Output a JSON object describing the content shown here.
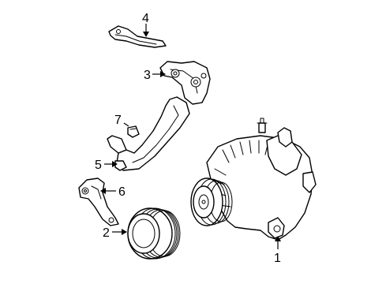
{
  "diagram": {
    "callouts": [
      {
        "id": "1",
        "label": "1",
        "part": "alternator-assembly"
      },
      {
        "id": "2",
        "label": "2",
        "part": "pulley"
      },
      {
        "id": "3",
        "label": "3",
        "part": "upper-bracket"
      },
      {
        "id": "4",
        "label": "4",
        "part": "top-bracket"
      },
      {
        "id": "5",
        "label": "5",
        "part": "stay-bracket"
      },
      {
        "id": "6",
        "label": "6",
        "part": "adjusting-bar"
      },
      {
        "id": "7",
        "label": "7",
        "part": "clip"
      }
    ]
  }
}
